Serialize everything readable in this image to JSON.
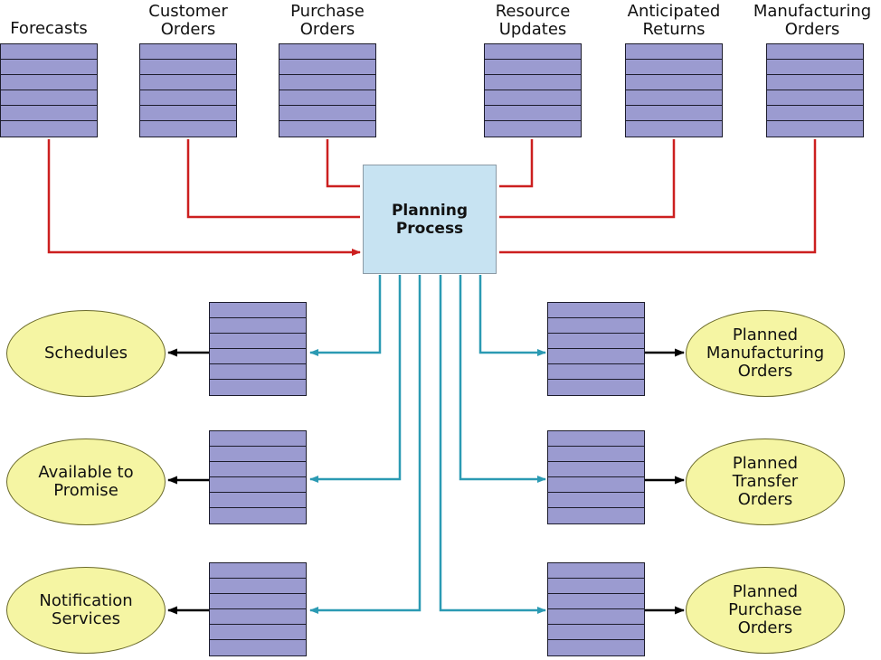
{
  "sources": [
    {
      "id": "forecasts",
      "label_lines": [
        "Forecasts"
      ]
    },
    {
      "id": "customer-orders",
      "label_lines": [
        "Customer",
        "Orders"
      ]
    },
    {
      "id": "purchase-orders",
      "label_lines": [
        "Purchase",
        "Orders"
      ]
    },
    {
      "id": "resource-updates",
      "label_lines": [
        "Resource",
        "Updates"
      ]
    },
    {
      "id": "anticipated-returns",
      "label_lines": [
        "Anticipated",
        "Returns"
      ]
    },
    {
      "id": "manufacturing-orders",
      "label_lines": [
        "Manufacturing",
        "Orders"
      ]
    }
  ],
  "process": {
    "label_lines": [
      "Planning",
      "Process"
    ]
  },
  "outputs": [
    {
      "id": "schedules",
      "label_lines": [
        "Schedules"
      ]
    },
    {
      "id": "available-to-promise",
      "label_lines": [
        "Available to",
        "Promise"
      ]
    },
    {
      "id": "notification-services",
      "label_lines": [
        "Notification",
        "Services"
      ]
    },
    {
      "id": "planned-manufacturing-orders",
      "label_lines": [
        "Planned",
        "Manufacturing",
        "Orders"
      ]
    },
    {
      "id": "planned-transfer-orders",
      "label_lines": [
        "Planned",
        "Transfer",
        "Orders"
      ]
    },
    {
      "id": "planned-purchase-orders",
      "label_lines": [
        "Planned",
        "Purchase",
        "Orders"
      ]
    }
  ],
  "colors": {
    "table_fill": "#9b9bd0",
    "process_fill": "#c7e3f2",
    "oval_fill": "#f5f5a3",
    "input_arrow": "#cc1f1f",
    "output_arrow": "#2b9ab3",
    "result_arrow": "#000000"
  }
}
